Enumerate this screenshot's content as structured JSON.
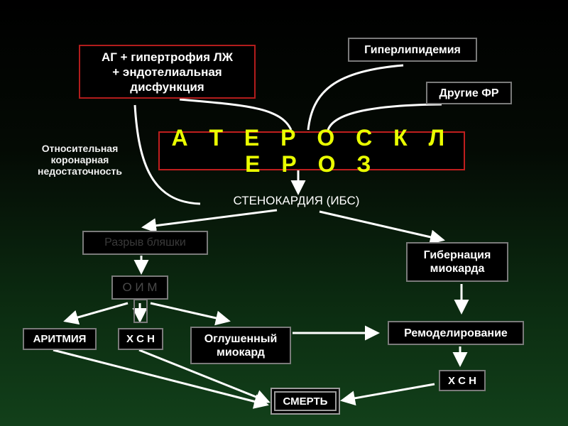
{
  "nodes": {
    "ag": [
      "АГ + гипертрофия ЛЖ",
      "+ эндотелиальная",
      "дисфункция"
    ],
    "hyperlipidemia": "Гиперлипидемия",
    "other_rf": "Другие ФР",
    "relative_insufficiency": [
      "Относительная",
      "коронарная",
      "недостаточность"
    ],
    "atherosclerosis": "А Т Е Р О С К Л Е Р О З",
    "angina": "СТЕНОКАРДИЯ (ИБС)",
    "plaque_rupture": "Разрыв бляшки",
    "hibernation": [
      "Гибернация",
      "миокарда"
    ],
    "oim": "О И М",
    "arrhythmia": "АРИТМИЯ",
    "chf_left": "Х С Н",
    "stunned": [
      "Оглушенный",
      "миокард"
    ],
    "remodeling": "Ремоделирование",
    "chf_right": "Х С Н",
    "death": "СМЕРТЬ"
  },
  "colors": {
    "background_top": "#000000",
    "background_bottom": "#12401a",
    "red_border": "#b21c1c",
    "gray_border": "#7a7a7a",
    "accent_text": "#eaff00",
    "text": "#ffffff"
  }
}
